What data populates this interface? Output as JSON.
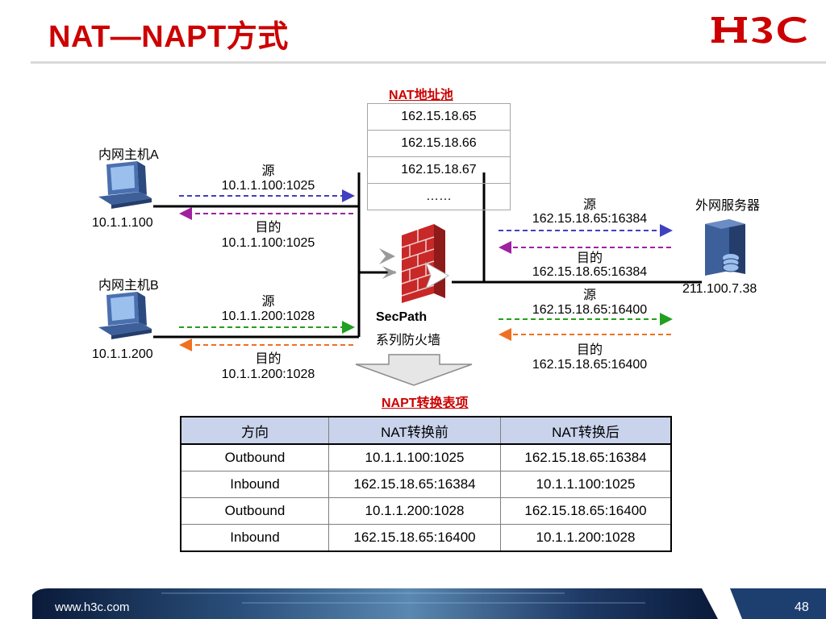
{
  "title": "NAT—NAPT方式",
  "logo_text": "H3C",
  "pool": {
    "label": "NAT地址池",
    "entries": [
      "162.15.18.65",
      "162.15.18.66",
      "162.15.18.67",
      "……"
    ]
  },
  "host_a": {
    "label": "内网主机A",
    "ip": "10.1.1.100"
  },
  "host_b": {
    "label": "内网主机B",
    "ip": "10.1.1.200"
  },
  "server": {
    "label": "外网服务器",
    "ip": "211.100.7.38"
  },
  "firewall": {
    "name": "SecPath",
    "desc": "系列防火墙"
  },
  "flows": {
    "a_src_label": "源",
    "a_src_addr": "10.1.1.100:1025",
    "a_dst_label": "目的",
    "a_dst_addr": "10.1.1.100:1025",
    "b_src_label": "源",
    "b_src_addr": "10.1.1.200:1028",
    "b_dst_label": "目的",
    "b_dst_addr": "10.1.1.200:1028",
    "out1_src_label": "源",
    "out1_src_addr": "162.15.18.65:16384",
    "out1_dst_label": "目的",
    "out1_dst_addr": "162.15.18.65:16384",
    "out2_src_label": "源",
    "out2_src_addr": "162.15.18.65:16400",
    "out2_dst_label": "目的",
    "out2_dst_addr": "162.15.18.65:16400"
  },
  "napt_table": {
    "label": "NAPT转换表项",
    "headers": [
      "方向",
      "NAT转换前",
      "NAT转换后"
    ],
    "rows": [
      [
        "Outbound",
        "10.1.1.100:1025",
        "162.15.18.65:16384"
      ],
      [
        "Inbound",
        "162.15.18.65:16384",
        "10.1.1.100:1025"
      ],
      [
        "Outbound",
        "10.1.1.200:1028",
        "162.15.18.65:16400"
      ],
      [
        "Inbound",
        "162.15.18.65:16400",
        "10.1.1.200:1028"
      ]
    ]
  },
  "footer": {
    "url": "www.h3c.com",
    "page": "48"
  },
  "colors": {
    "title_red": "#cc0000",
    "arrow_blue": "#4040c0",
    "arrow_purple": "#a020a0",
    "arrow_green": "#20a020",
    "arrow_orange": "#f07020",
    "table_header": "#c9d3ec"
  }
}
